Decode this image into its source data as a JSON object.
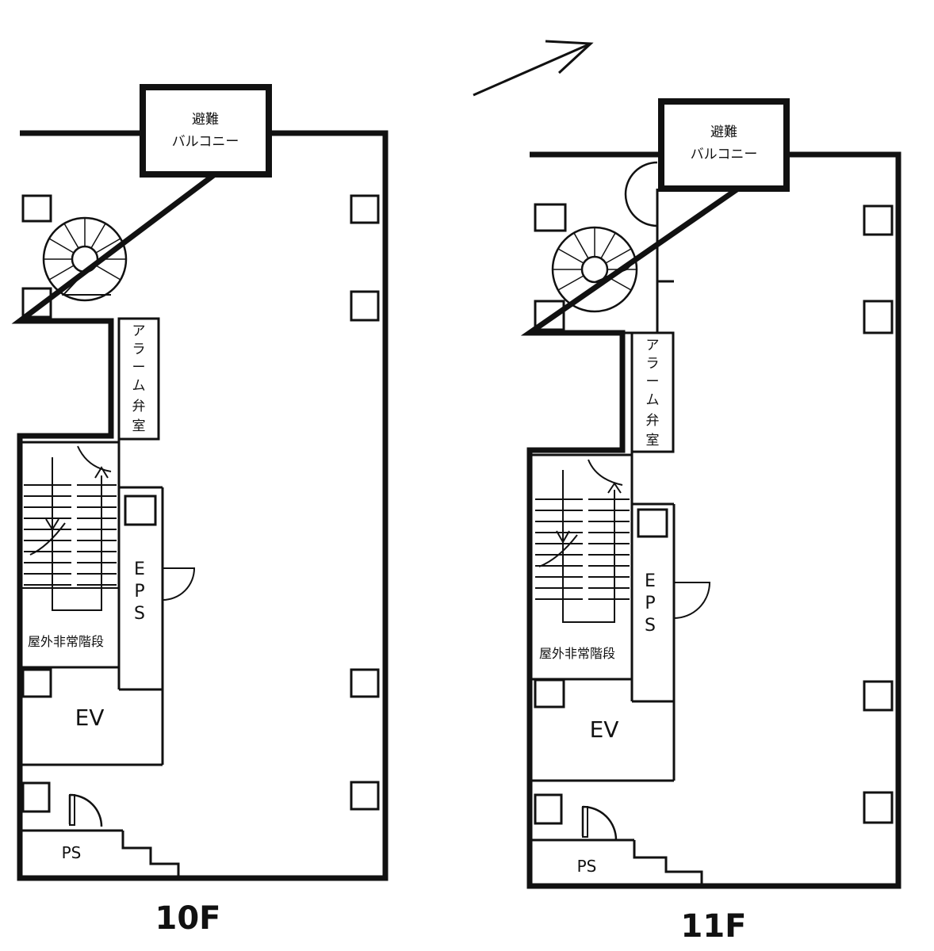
{
  "floors": [
    {
      "id": "10f",
      "label": "10F",
      "balcony": [
        "避難",
        "バルコニー"
      ],
      "alarm_room": [
        "ア",
        "ラ",
        "ー",
        "ム",
        "弁",
        "室"
      ],
      "eps": [
        "E",
        "P",
        "S"
      ],
      "outdoor_stair": "屋外非常階段",
      "elevator": "EV",
      "pipe_shaft": "PS"
    },
    {
      "id": "11f",
      "label": "11F",
      "balcony": [
        "避難",
        "バルコニー"
      ],
      "alarm_room": [
        "ア",
        "ラ",
        "ー",
        "ム",
        "弁",
        "室"
      ],
      "eps": [
        "E",
        "P",
        "S"
      ],
      "outdoor_stair": "屋外非常階段",
      "elevator": "EV",
      "pipe_shaft": "PS"
    }
  ],
  "colors": {
    "line": "#111111",
    "background": "#ffffff"
  },
  "icons": {
    "north": "north-arrow-icon"
  }
}
